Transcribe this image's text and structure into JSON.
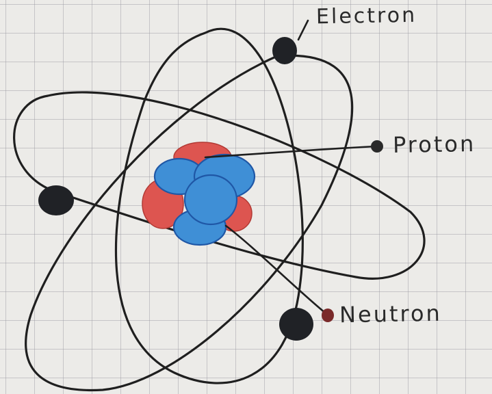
{
  "labels": {
    "electron": "Electron",
    "proton": "Proton",
    "neutron": "Neutron"
  },
  "colors": {
    "paper": "#ecebe8",
    "grid": "#9696a0",
    "ink": "#1f1f1f",
    "proton": "#dd5550",
    "neutron": "#3f8fd6"
  }
}
